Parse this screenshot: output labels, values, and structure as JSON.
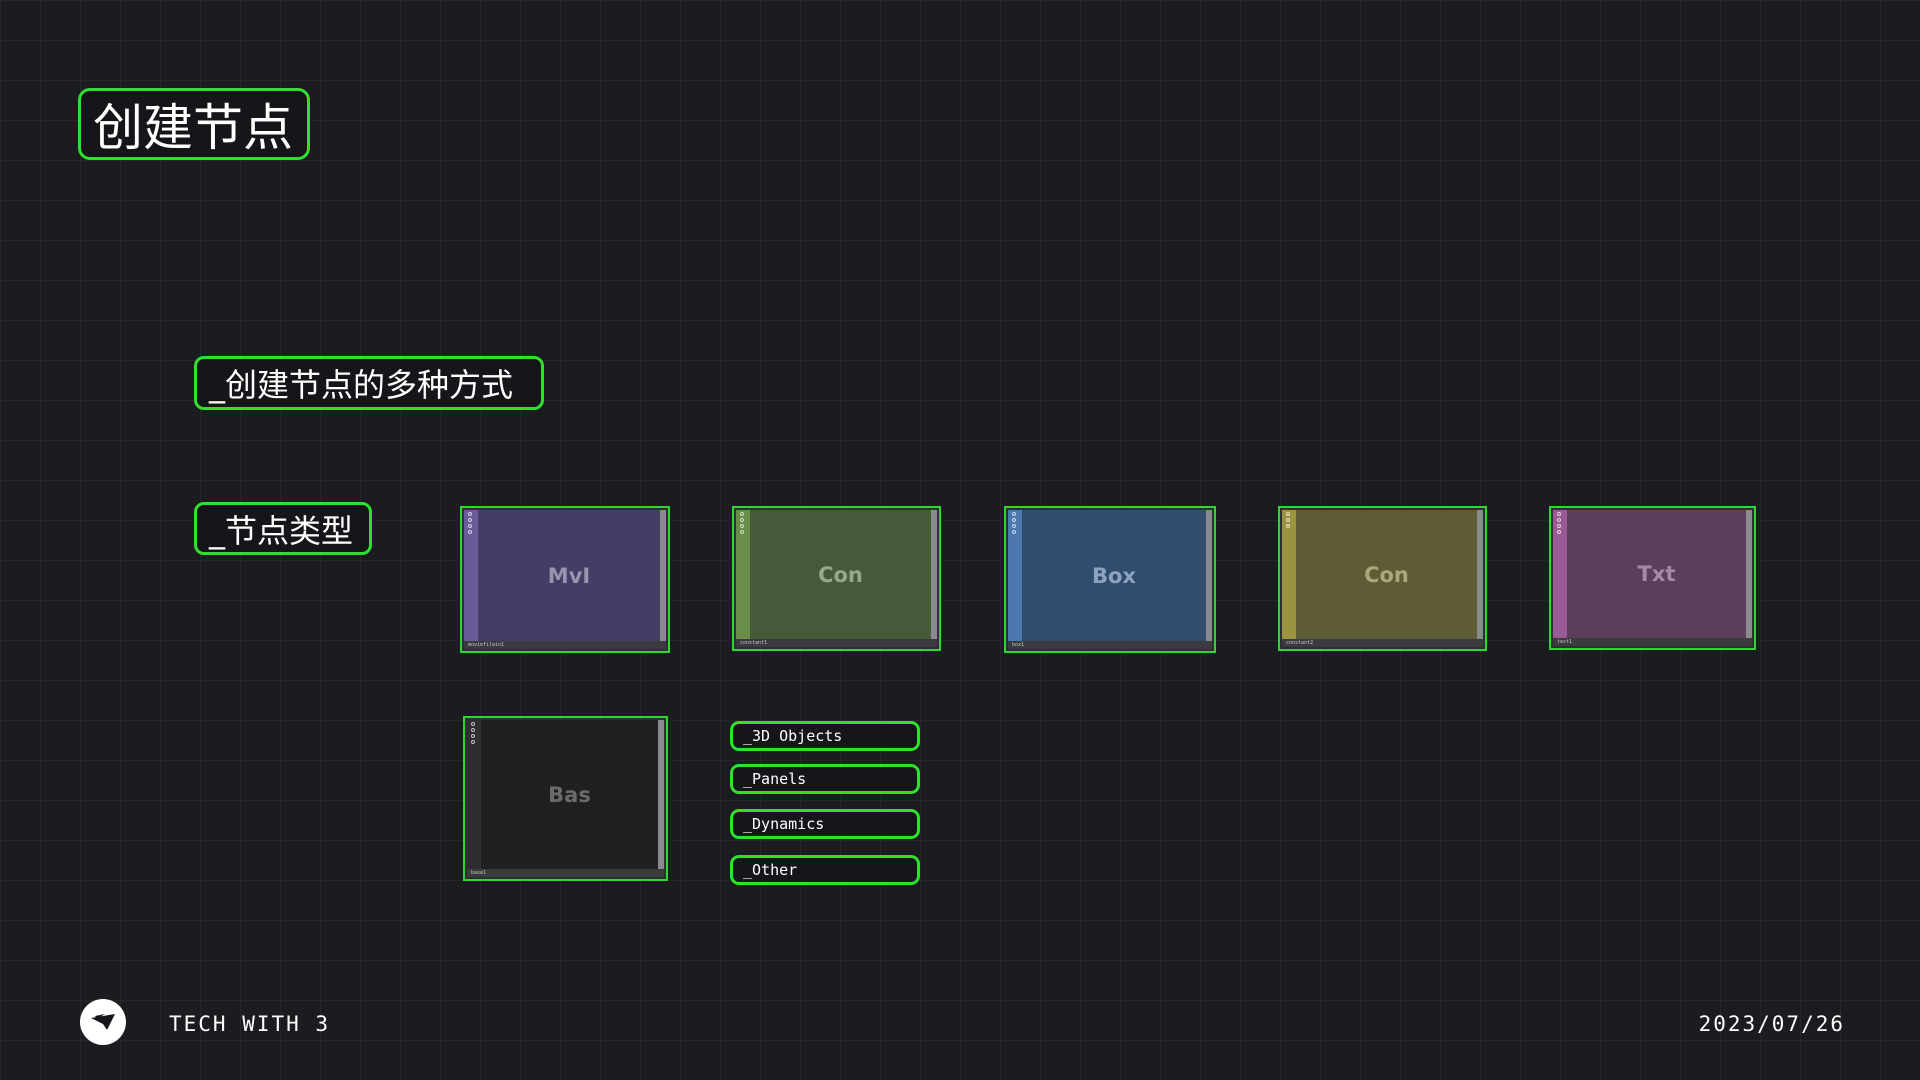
{
  "title": "创建节点",
  "sections": {
    "methods": "_创建节点的多种方式",
    "types": "_节点类型"
  },
  "nodes": [
    {
      "label": "MvI",
      "name": "moviefilein1",
      "color": "#453d63",
      "bar_color": "#6a5a9a",
      "text_color": "#9a94b0"
    },
    {
      "label": "Con",
      "name": "constant1",
      "color": "#455a38",
      "bar_color": "#6a8d4a",
      "text_color": "#96a88a"
    },
    {
      "label": "Box",
      "name": "box1",
      "color": "#324c6d",
      "bar_color": "#4c78b0",
      "text_color": "#8ba3c0"
    },
    {
      "label": "Con",
      "name": "constant2",
      "color": "#5e5c35",
      "bar_color": "#9a9440",
      "text_color": "#aaa67e"
    },
    {
      "label": "Txt",
      "name": "text1",
      "color": "#5c3d5c",
      "bar_color": "#9a5a96",
      "text_color": "#a48aa4"
    },
    {
      "label": "Bas",
      "name": "base1",
      "color": "#202020",
      "bar_color": "#2e2e2e",
      "text_color": "#6b6b6b"
    }
  ],
  "categories": [
    "_3D Objects",
    "_Panels",
    "_Dynamics",
    "_Other"
  ],
  "footer": {
    "brand": "TECH WITH 3",
    "date": "2023/07/26",
    "logo_icon": "paper-plane-icon"
  },
  "colors": {
    "accent": "#2fe02f",
    "background": "#1b1c20"
  }
}
